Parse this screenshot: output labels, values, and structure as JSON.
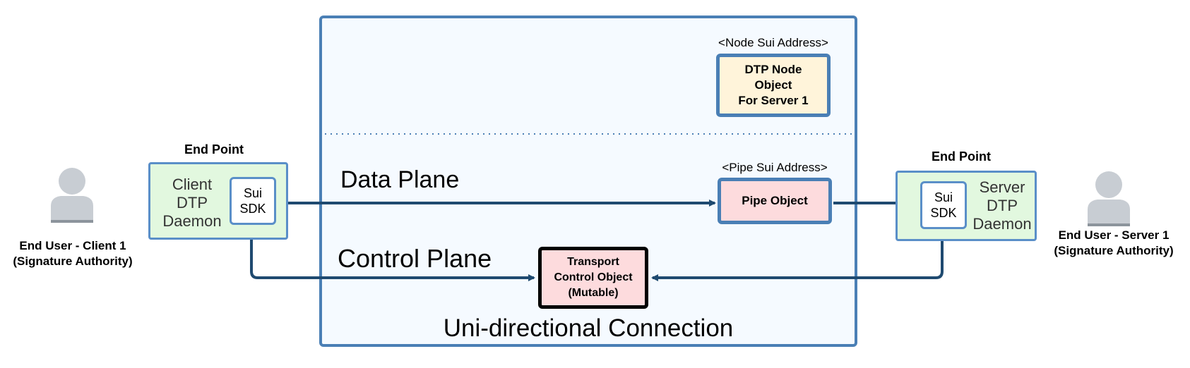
{
  "main": {
    "title": "Uni-directional Connection",
    "data_plane_label": "Data Plane",
    "control_plane_label": "Control Plane",
    "node_address_label": "<Node Sui Address>",
    "node_object_label": "DTP Node\nObject\nFor Server 1",
    "pipe_address_label": "<Pipe Sui Address>",
    "pipe_object_label": "Pipe Object",
    "transport_object_label": "Transport\nControl Object\n(Mutable)"
  },
  "client": {
    "endpoint_title": "End Point",
    "daemon_label": "Client\nDTP\nDaemon",
    "sdk_label": "Sui\nSDK",
    "user_label": "End User - Client 1\n(Signature Authority)"
  },
  "server": {
    "endpoint_title": "End Point",
    "daemon_label": "Server\nDTP\nDaemon",
    "sdk_label": "Sui\nSDK",
    "user_label": "End User - Server 1\n(Signature Authority)"
  },
  "colors": {
    "arrow": "#1f4a70",
    "box_border": "#4a7fb5",
    "endpoint_fill": "#e2f8df",
    "node_fill": "#fff4da",
    "pipe_fill": "#fddbdd",
    "main_fill": "#f5faff"
  }
}
